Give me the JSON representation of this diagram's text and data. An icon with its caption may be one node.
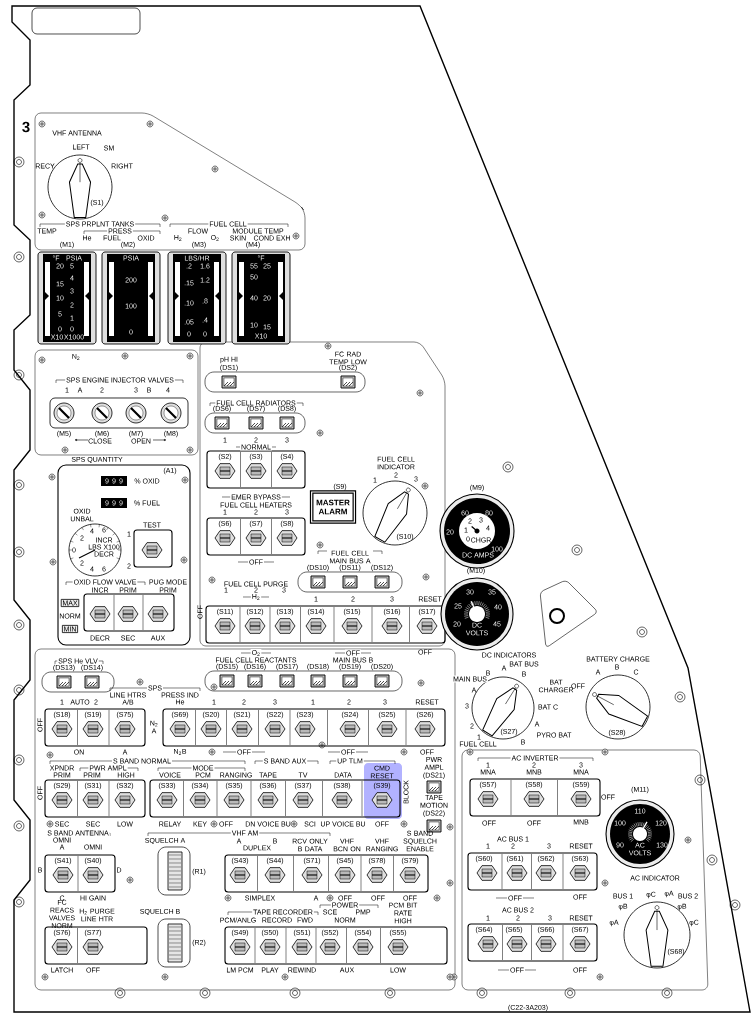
{
  "diagram": {
    "nodes": [
      {
        "text": [
          "MASTER ALARM"
        ],
        "beside": [
          "(S9)"
        ]
      },
      {
        "text": [
          "MAX"
        ]
      },
      {
        "text": [
          "MIN"
        ]
      }
    ],
    "labels": [
      "3",
      "VHF ANTENNA",
      "LEFT",
      "SM",
      "RECY",
      "RIGHT",
      "(S1)",
      "SPS PRPLNT TANKS",
      "TEMP",
      "PRESS",
      "He",
      "FUEL",
      "OXID",
      "(M1)",
      "(M2)",
      "FUEL CELL",
      "FLOW",
      "MODULE TEMP",
      "H$_{2}$",
      "O$_{2}$",
      "SKIN",
      "COND EXH",
      "(M3)",
      "(M4)",
      "°F",
      "PSIA",
      "20",
      "5",
      "4",
      "15",
      "3",
      "10",
      "2",
      "5",
      "1",
      "0",
      "0",
      "X10",
      "X1000",
      "PSIA",
      "200",
      "100",
      "0",
      "LBS/HR",
      ".2",
      "1.6",
      ".15",
      "1.2",
      ".10",
      ".8",
      ".05",
      ".4",
      "0",
      "0",
      "°F",
      "55",
      "25",
      "50",
      "40",
      "20",
      "10",
      "15",
      "X10",
      "N$_{2}$",
      "SPS ENGINE INJECTOR VALVES",
      "1",
      "A",
      "2",
      "3",
      "B",
      "4",
      "(M5)",
      "(M6)",
      "(M7)",
      "(M8)",
      "CLOSE",
      "OPEN",
      "SPS QUANTITY",
      "(A1)",
      "9",
      "9",
      "9",
      "% OXID",
      "9",
      "9",
      "9",
      "% FUEL",
      "OXID UNBAL",
      "2",
      "4",
      "6",
      "0",
      "INCR",
      "LBS X100",
      "DECR",
      "2",
      "4",
      "6",
      "TEST",
      "1",
      "2",
      "OXID FLOW VALVE",
      "INCR",
      "PRIM",
      "PUG MODE",
      "PRIM",
      "NORM",
      "DECR",
      "SEC",
      "AUX",
      "pH HI",
      "(DS1)",
      "FC RAD TEMP LOW",
      "(DS2)",
      "FUEL CELL RADIATORS",
      "(DS6)",
      "(DS7)",
      "(DS8)",
      "1",
      "2",
      "3",
      "NORMAL",
      "(S2)",
      "(S3)",
      "(S4)",
      "EMER BYPASS",
      "FUEL CELL HEATERS",
      "1",
      "2",
      "3",
      "(S6)",
      "(S7)",
      "(S8)",
      "OFF",
      "FUEL CELL INDICATOR",
      "1",
      "2",
      "3",
      "(S10)",
      "FUEL CELL MAIN BUS A",
      "(DS10)",
      "(DS11)",
      "(DS12)",
      "FUEL CELL PURGE",
      "1",
      "2",
      "3",
      "H$_{2}$",
      "1",
      "2",
      "3",
      "RESET",
      "OFF",
      "(S11)",
      "(S12)",
      "(S13)",
      "(S14)",
      "(S15)",
      "(S16)",
      "(S17)",
      "O$_{2}$",
      "FUEL CELL REACTANTS",
      "OFF",
      "MAIN BUS B",
      "OFF",
      "(DS15)",
      "(DS16)",
      "(DS17)",
      "(DS18)",
      "(DS19)",
      "(DS20)",
      "SPS He VLV",
      "(DS13)",
      "(DS14)",
      "SPS",
      "LINE HTRS",
      "PRESS IND",
      "1",
      "AUTO",
      "2",
      "A/B",
      "He",
      "1",
      "2",
      "3",
      "1",
      "2",
      "3",
      "RESET",
      "OFF",
      "(S18)",
      "(S19)",
      "(S75)",
      "N$_{2}$ A",
      "(S69)",
      "(S20)",
      "(S21)",
      "(S22)",
      "(S23)",
      "(S24)",
      "(S25)",
      "(S26)",
      "ON",
      "A",
      "N$_{2}$B",
      "OFF",
      "OFF",
      "OFF",
      "S BAND NORMAL",
      "XPNDR",
      "PRIM",
      "PWR AMPL",
      "PRIM",
      "HIGH",
      "MODE",
      "VOICE",
      "PCM",
      "RANGING",
      "S BAND AUX",
      "TAPE",
      "TV",
      "UP TLM",
      "DATA",
      "CMD RESET",
      "OFF",
      "(S29)",
      "(S31)",
      "(S32)",
      "(S33)",
      "(S34)",
      "(S35)",
      "(S36)",
      "(S37)",
      "(S38)",
      "(S39)",
      "BLOCK",
      "PWR AMPL (DS21)",
      "TAPE MOTION (DS22)",
      "SEC",
      "SEC",
      "LOW",
      "RELAY",
      "KEY",
      "OFF",
      "DN VOICE BU",
      "SCI",
      "UP VOICE BU",
      "OFF",
      "S BAND ANTENNA",
      "OMNI",
      "A",
      "OMNI",
      "B",
      "D",
      "(S41)",
      "(S40)",
      "SQUELCH A",
      "VHF AM",
      "A",
      "B",
      "DUPLEX",
      "RCV ONLY B DATA",
      "VHF BCN ON",
      "VHF RANGING",
      "S BAND SQUELCH ENABLE",
      "(R1)",
      "(S43)",
      "(S44)",
      "(S71)",
      "(S45)",
      "(S78)",
      "(S79)",
      "C",
      "HI GAIN",
      "SIMPLEX",
      "A",
      "OFF",
      "OFF",
      "OFF",
      "FC REACS VALVES NORM",
      "H$_{2}$ PURGE LINE HTR",
      "SQUELCH B",
      "TAPE RECORDER",
      "PCM/ANLG",
      "RECORD",
      "FWD",
      "POWER",
      "SCE",
      "NORM",
      "PMP",
      "PCM BIT RATE HIGH",
      "(S76)",
      "(S77)",
      "(R2)",
      "(S49)",
      "(S50)",
      "(S51)",
      "(S52)",
      "(S54)",
      "(S55)",
      "LATCH",
      "OFF",
      "LM PCM",
      "PLAY",
      "REWIND",
      "AUX",
      "LOW",
      "(M9)",
      "20",
      "60",
      "80",
      "1",
      "2",
      "3",
      "4",
      "0",
      "CHGR",
      "100",
      "DC AMPS",
      "(M10)",
      "30",
      "35",
      "25",
      "40",
      "20",
      "45",
      "DC VOLTS",
      "DC INDICATORS",
      "MAIN BUS",
      "A",
      "B",
      "BAT BUS",
      "A",
      "B",
      "BAT CHARGER",
      "3",
      "BAT C",
      "2",
      "FUEL CELL",
      "1",
      "(S27)",
      "A",
      "PYRO BAT",
      "B",
      "BATTERY CHARGE",
      "OFF",
      "A",
      "B",
      "C",
      "(S28)",
      "AC INVERTER",
      "1",
      "2",
      "3",
      "MNA",
      "MNB",
      "MNA",
      "(S57)",
      "(S58)",
      "(S59)",
      "OFF",
      "(M11)",
      "OFF",
      "OFF",
      "MNB",
      "1",
      "AC BUS 1",
      "2",
      "3",
      "RESET",
      "110",
      "100",
      "120",
      "90",
      "130",
      "AC VOLTS",
      "(S60)",
      "(S61)",
      "(S62)",
      "(S63)",
      "OFF",
      "OFF",
      "AC BUS 2",
      "1",
      "2",
      "3",
      "RESET",
      "(S64)",
      "(S65)",
      "(S66)",
      "(S67)",
      "OFF",
      "OFF",
      "AC INDICATOR",
      "BUS 1",
      "φC",
      "φA",
      "BUS 2",
      "φB",
      "φB",
      "φA",
      "φC",
      "(S68)",
      "(C22-3A203)"
    ]
  }
}
